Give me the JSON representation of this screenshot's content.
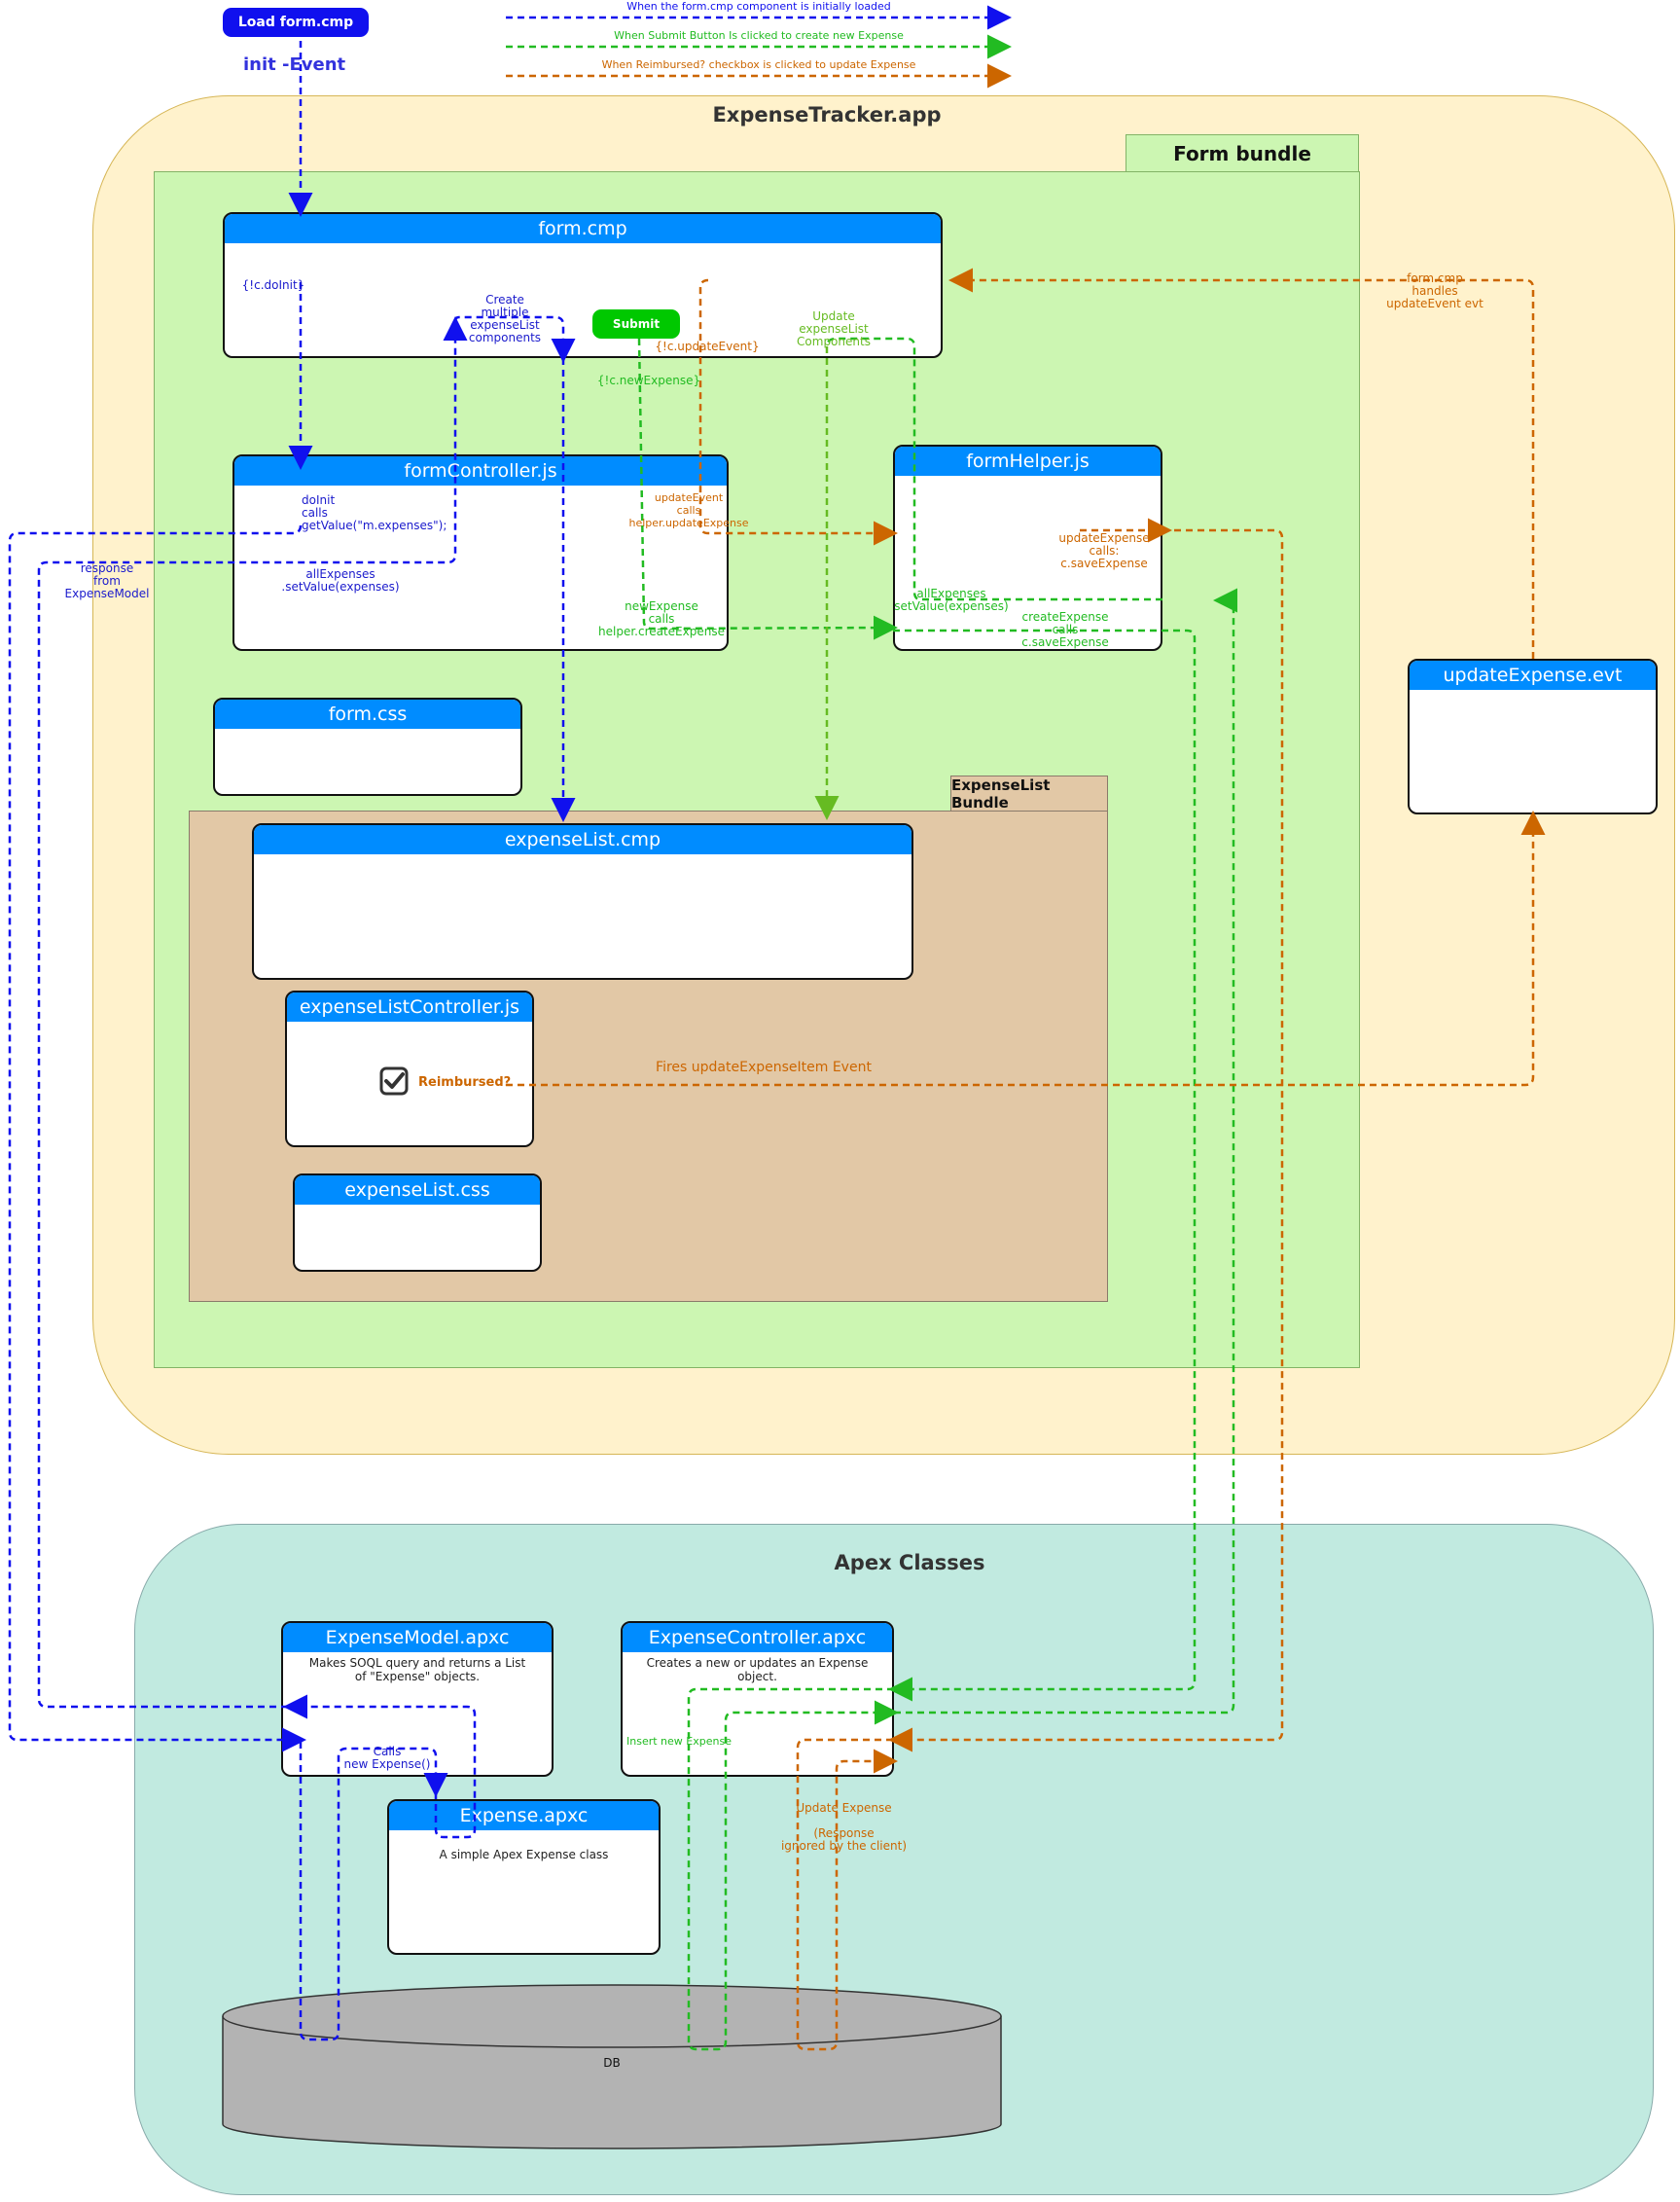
{
  "load_button": "Load form.cmp",
  "init_event": "init -Event",
  "legend": [
    {
      "text": "When the form.cmp component is initially loaded",
      "color": "#1010ee"
    },
    {
      "text": "When Submit Button Is clicked to create new Expense",
      "color": "#22bb22"
    },
    {
      "text": "When Reimbursed? checkbox is clicked to update Expense",
      "color": "#cc6600"
    }
  ],
  "app_region": {
    "title": "ExpenseTracker.app"
  },
  "form_bundle": {
    "title": "Form bundle"
  },
  "expenselist_bundle": {
    "title": "ExpenseList Bundle"
  },
  "apex_region": {
    "title": "Apex Classes"
  },
  "components": {
    "form_cmp": "form.cmp",
    "form_controller": "formController.js",
    "form_helper": "formHelper.js",
    "form_css": "form.css",
    "expense_list_cmp": "expenseList.cmp",
    "expense_list_controller": "expenseListController.js",
    "expense_list_css": "expenseList.css",
    "update_expense_evt": "updateExpense.evt",
    "expense_model": {
      "title": "ExpenseModel.apxc",
      "desc": "Makes SOQL query and returns a List of \"Expense\" objects."
    },
    "expense_controller": {
      "title": "ExpenseController.apxc",
      "desc": "Creates a new or updates an Expense object."
    },
    "expense_apxc": {
      "title": "Expense.apxc",
      "desc": "A simple Apex Expense class"
    },
    "db": "DB"
  },
  "submit_button": "Submit",
  "reimbursed_label": "Reimbursed?",
  "labels": {
    "c_doinit": "{!c.doInit}",
    "create_multiple": "Create\nmultiple\nexpenseList\ncomponents",
    "c_update_event": "{!c.updateEvent}",
    "c_new_expense": "{!c.newExpense}",
    "update_expenselist": "Update\nexpenseList\nComponents",
    "doinit_calls": "doInit\ncalls\ngetValue(\"m.expenses\");",
    "response_from_model": "response\nfrom\nExpenseModel",
    "all_expenses_set": "allExpenses\n.setValue(expenses)",
    "update_event_calls": "updateEvent\ncalls\nhelper.updateExpense",
    "new_expense_calls": "newExpense\ncalls\nhelper.createExpense",
    "update_expense_calls": "updateExpense\ncalls:\nc.saveExpense",
    "helper_all_expenses": "allExpenses\nsetValue(expenses)",
    "create_expense_calls": "createExpense\ncalls\nc.saveExpense",
    "form_handles": "form.cmp\nhandles\nupdateEvent evt",
    "fires_update": "Fires updateExpenseItem Event",
    "calls_new_expense": "Calls\nnew Expense()",
    "insert_new_expense": "Insert new Expense",
    "update_expense_resp": "Update Expense\n\n(Response\nignored by the client)"
  }
}
